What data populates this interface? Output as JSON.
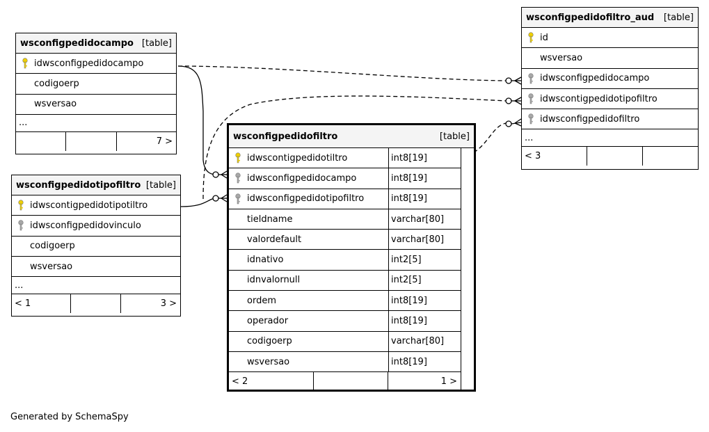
{
  "tables": {
    "campo": {
      "name": "wsconfigpedidocampo",
      "kind": "[table]",
      "columns": [
        {
          "name": "idwsconfigpedidocampo",
          "key": "primary"
        },
        {
          "name": "codigoerp",
          "key": "none"
        },
        {
          "name": "wsversao",
          "key": "none"
        }
      ],
      "more": "...",
      "footer": {
        "left": "",
        "mid": "",
        "right": "7 >"
      }
    },
    "tipofiltro": {
      "name": "wsconfigpedidotipofiltro",
      "kind": "[table]",
      "columns": [
        {
          "name": "idwscontigpedidotipotiltro",
          "key": "primary"
        },
        {
          "name": "idwsconfigpedidovinculo",
          "key": "foreign"
        },
        {
          "name": "codigoerp",
          "key": "none"
        },
        {
          "name": "wsversao",
          "key": "none"
        }
      ],
      "more": "...",
      "footer": {
        "left": "< 1",
        "mid": "",
        "right": "3 >"
      }
    },
    "filtro": {
      "name": "wsconfigpedidofiltro",
      "kind": "[table]",
      "columns": [
        {
          "name": "idwscontigpedidotiltro",
          "type": "int8[19]",
          "key": "primary"
        },
        {
          "name": "idwsconfigpedidocampo",
          "type": "int8[19]",
          "key": "foreign"
        },
        {
          "name": "idwsconfigpedidotipofiltro",
          "type": "int8[19]",
          "key": "foreign"
        },
        {
          "name": "tieldname",
          "type": "varchar[80]",
          "key": "none"
        },
        {
          "name": "valordefault",
          "type": "varchar[80]",
          "key": "none"
        },
        {
          "name": "idnativo",
          "type": "int2[5]",
          "key": "none"
        },
        {
          "name": "idnvalornull",
          "type": "int2[5]",
          "key": "none"
        },
        {
          "name": "ordem",
          "type": "int8[19]",
          "key": "none"
        },
        {
          "name": "operador",
          "type": "int8[19]",
          "key": "none"
        },
        {
          "name": "codigoerp",
          "type": "varchar[80]",
          "key": "none"
        },
        {
          "name": "wsversao",
          "type": "int8[19]",
          "key": "none"
        }
      ],
      "footer": {
        "left": "< 2",
        "mid": "",
        "right": "1 >"
      }
    },
    "aud": {
      "name": "wsconfigpedidofiltro_aud",
      "kind": "[table]",
      "columns": [
        {
          "name": "id",
          "key": "primary"
        },
        {
          "name": "wsversao",
          "key": "none"
        },
        {
          "name": "idwsconfigpedidocampo",
          "key": "foreign"
        },
        {
          "name": "idwscontigpedidotipofiltro",
          "key": "foreign"
        },
        {
          "name": "idwsconfigpedidofiltro",
          "key": "foreign"
        }
      ],
      "more": "...",
      "footer": {
        "left": "< 3",
        "mid": "",
        "right": ""
      }
    }
  },
  "generated_by": "Generated by SchemaSpy",
  "colors": {
    "primary_key": "#f0d000",
    "foreign_key": "#a8a8a8",
    "header_bg": "#f4f4f4"
  }
}
